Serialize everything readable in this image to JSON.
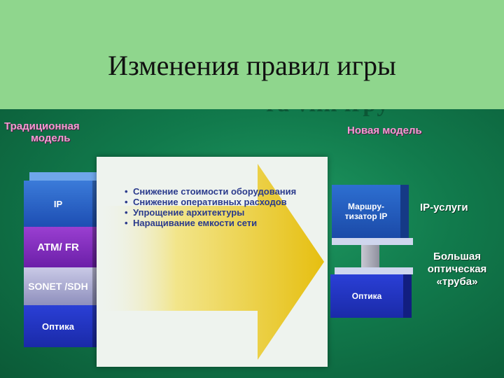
{
  "slide": {
    "title": "Изменения правил игры"
  },
  "diagram": {
    "left_caption": [
      "Традиционная",
      "модель"
    ],
    "right_caption": "Новая модель",
    "left_stack": [
      "IP",
      "ATM/ FR",
      "SONET /SDH",
      "Оптика"
    ],
    "benefits": [
      "Снижение стоимости оборудования",
      "Снижение оперативных расходов",
      "Упрощение архитектуры",
      "Наращивание емкости сети"
    ],
    "router_label": "Маршру- тизатор IP",
    "optics_label": "Оптика",
    "ip_services_label": "IP-услуги",
    "pipe_label": "Большая оптическая «труба»"
  },
  "colors": {
    "title_band": "#8fd68d",
    "background": "#117a4c",
    "arrow": "#f2d22a"
  }
}
